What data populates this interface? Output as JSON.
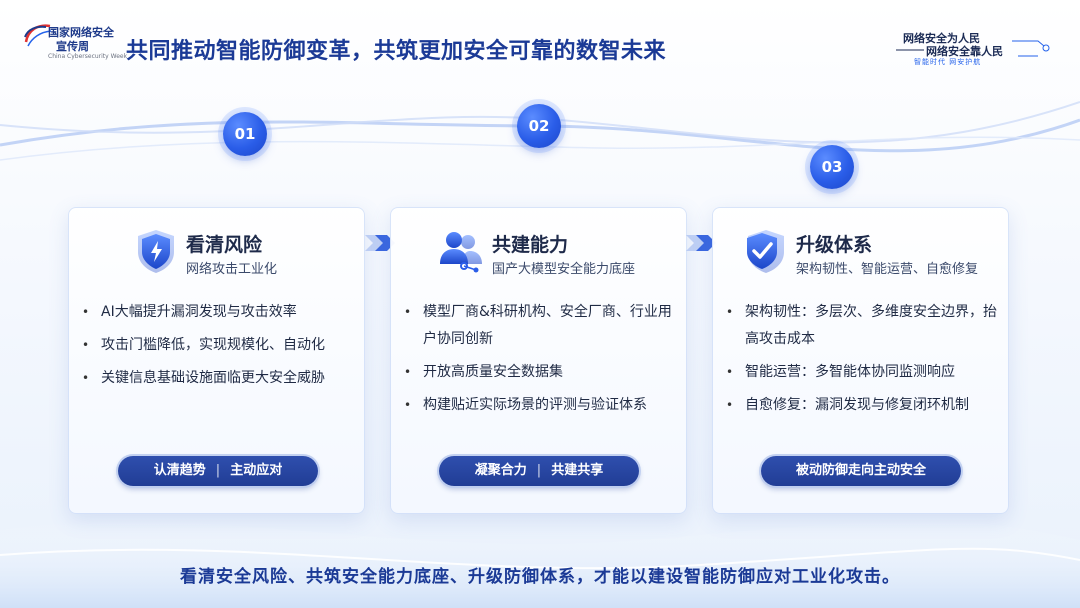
{
  "logo_left": {
    "line1": "国家网络安全",
    "line2": "宣传周",
    "line3": "China Cybersecurity Week"
  },
  "title": "共同推动智能防御变革，共筑更加安全可靠的数智未来",
  "logo_right": {
    "line1": "网络安全为人民",
    "line2": "网络安全靠人民",
    "line3": "智能时代 网安护航"
  },
  "steps": [
    "01",
    "02",
    "03"
  ],
  "cards": [
    {
      "icon": "shield-lightning-icon",
      "title": "看清风险",
      "subtitle": "网络攻击工业化",
      "bullets": [
        "AI大幅提升漏洞发现与攻击效率",
        "攻击门槛降低，实现规模化、自动化",
        "关键信息基础设施面临更大安全威胁"
      ],
      "pill": [
        "认清趋势",
        "主动应对"
      ]
    },
    {
      "icon": "people-network-icon",
      "title": "共建能力",
      "subtitle": "国产大模型安全能力底座",
      "bullets": [
        "模型厂商&科研机构、安全厂商、行业用户协同创新",
        "开放高质量安全数据集",
        "构建贴近实际场景的评测与验证体系"
      ],
      "pill": [
        "凝聚合力",
        "共建共享"
      ]
    },
    {
      "icon": "shield-check-icon",
      "title": "升级体系",
      "subtitle": "架构韧性、智能运营、自愈修复",
      "bullets": [
        "架构韧性：多层次、多维度安全边界，抬高攻击成本",
        "智能运营：多智能体协同监测响应",
        "自愈修复：漏洞发现与修复闭环机制"
      ],
      "pill": [
        "被动防御走向主动安全"
      ]
    }
  ],
  "footer": "看清安全风险、共筑安全能力底座、升级防御体系，才能以建设智能防御应对工业化攻击。",
  "colors": {
    "title": "#1b3a96",
    "accent": "#2a5de8",
    "pill": "#213d95"
  }
}
